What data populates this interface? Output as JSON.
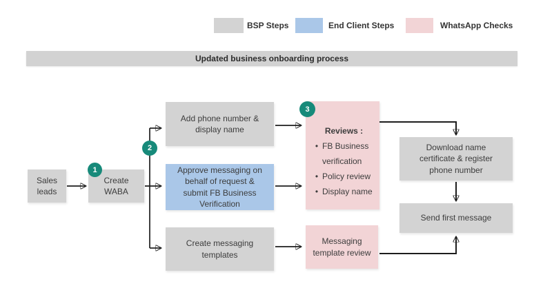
{
  "legend": {
    "items": [
      {
        "label": "BSP Steps",
        "color": "#d3d3d3"
      },
      {
        "label": "End Client Steps",
        "color": "#aac7e8"
      },
      {
        "label": "WhatsApp Checks",
        "color": "#f2d4d6"
      }
    ]
  },
  "banner": {
    "title": "Updated business onboarding process"
  },
  "flow": {
    "badges": {
      "one": "1",
      "two": "2",
      "three": "3"
    },
    "boxes": {
      "sales_leads": "Sales\nleads",
      "create_waba": "Create\nWABA",
      "add_phone": "Add phone number &\ndisplay name",
      "approve_messaging": "Approve messaging on\nbehalf  of request &\nsubmit FB Business\nVerification",
      "create_templates": "Create messaging\ntemplates",
      "download_certificate": "Download  name\ncertificate & register\nphone number",
      "send_first_message": "Send first message",
      "template_review": "Messaging\ntemplate review"
    },
    "reviews": {
      "heading": "Reviews :",
      "bullet_char": "•",
      "bullets": [
        "FB  Business verification",
        "Policy review",
        "Display name"
      ]
    }
  },
  "colors": {
    "bsp_step": "#d3d3d3",
    "end_client_step": "#aac7e8",
    "whatsapp_check": "#f2d4d6",
    "badge": "#178a7a",
    "connector": "#1c1c1c",
    "banner_bg": "#d2d2d2"
  }
}
